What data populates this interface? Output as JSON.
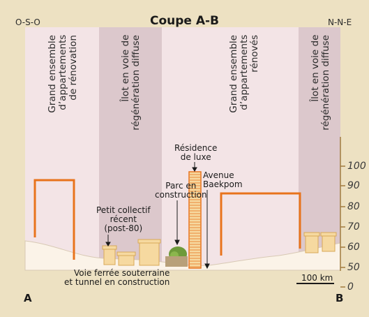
{
  "title": "Coupe A-B",
  "direction_left": "O-S-O",
  "direction_right": "N-N-E",
  "endpoint_left": "A",
  "endpoint_right": "B",
  "zones": [
    {
      "label": "Grand ensemble\nd’appartements\nde rénovation"
    },
    {
      "label": "Îlot en voie de\nrégénération diffuse"
    },
    {
      "label": "Grand ensemble\nd’appartements\nrénovés"
    },
    {
      "label": "Îlot en voie de\nrégénération diffuse"
    }
  ],
  "annotations": {
    "petit_collectif": "Petit collectif\nrécent\n(post-80)",
    "parc": "Parc en\nconstruction",
    "residence": "Résidence\nde luxe",
    "avenue": "Avenue\nBaekpom",
    "voie_ferree": "Voie ferrée souterraine\net tunnel en construction"
  },
  "scale_label": "100 km",
  "height_ticks": [
    "100",
    "90",
    "80",
    "70",
    "60",
    "50",
    "0"
  ],
  "colors": {
    "outer": "#ede1c2",
    "panel": "#fbf3e8",
    "band_light": "#f3e4e6",
    "band_dark": "#dcc8cc",
    "building_outline": "#e8731c",
    "building_fill": "#f6d9a0",
    "axis": "#a07b3e",
    "ground": "#d8c9b4",
    "tree": "#6e9a3a"
  }
}
